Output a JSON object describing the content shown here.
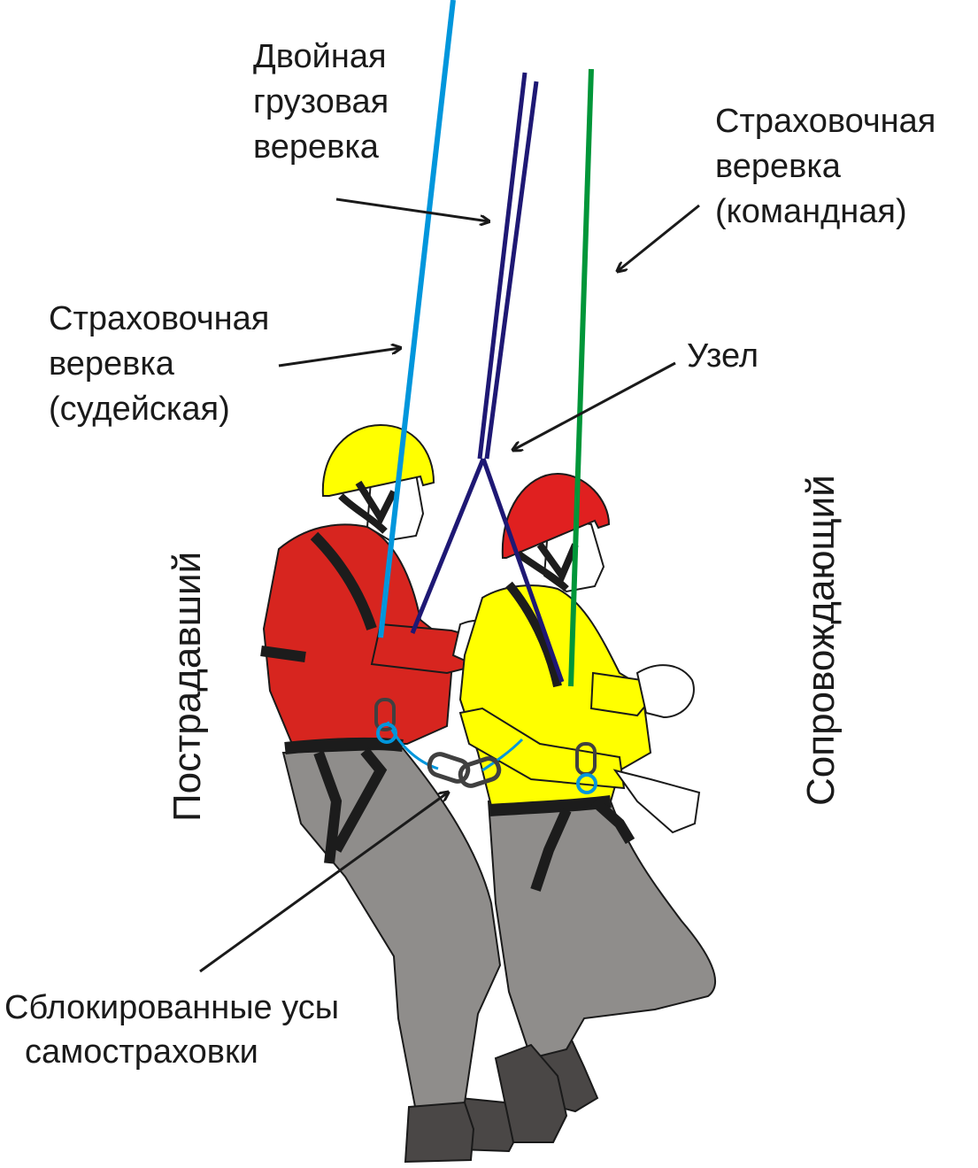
{
  "labels": {
    "double_cargo_rope": [
      "Двойная",
      "грузовая",
      "веревка"
    ],
    "belay_rope_team": [
      "Страховочная",
      "веревка",
      "(командная)"
    ],
    "belay_rope_judge": [
      "Страховочная",
      "веревка",
      "(судейская)"
    ],
    "knot": "Узел",
    "victim": "Пострадавший",
    "escort": "Сопровождающий",
    "locked_lanyards": [
      "Сблокированные усы",
      "самостраховки"
    ]
  },
  "colors": {
    "rope_judge": "#0096dc",
    "rope_cargo": "#1e1874",
    "rope_team": "#009639",
    "helmet_victim": "#ffff00",
    "helmet_escort": "#e02020",
    "jacket_victim": "#d7251f",
    "jacket_escort": "#ffff00",
    "pants": "#8f8d8b",
    "boots": "#4a4746",
    "harness": "#1c1c1c"
  }
}
